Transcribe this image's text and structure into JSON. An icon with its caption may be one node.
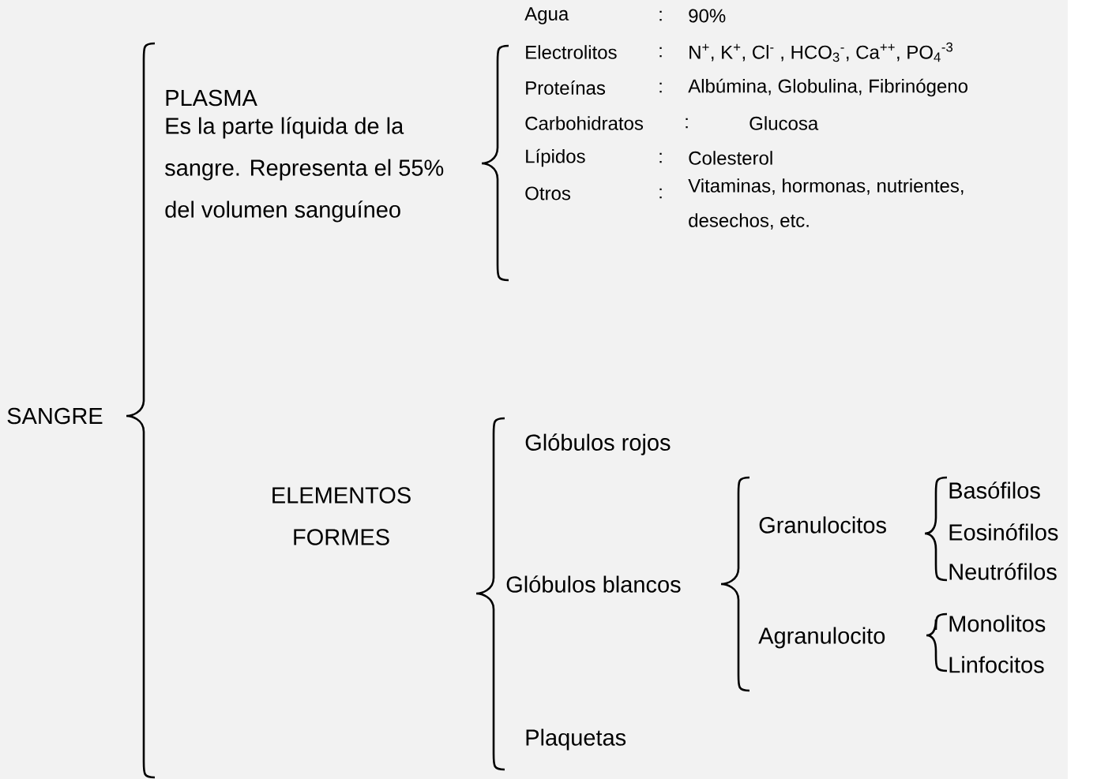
{
  "diagram": {
    "labels": [
      "SANGRE",
      "PLASMA",
      "Es la parte líquida de la sangre. Representa el 55% del volumen sanguíneo",
      "Agua",
      ":",
      "90%",
      "Electrolitos",
      ":",
      "N$^{+}$, K$^{+}$, Cl$^{-}$ , HCO$_{3}$$^{-}$, Ca$^{++}$, PO$_{4}$$^{-3}$",
      "Proteínas",
      ":",
      "Albúmina, Globulina, Fibrinógeno",
      "Carbohidratos",
      ":",
      "Glucosa",
      "Lípidos",
      ":",
      "Colesterol",
      "Otros",
      ":",
      "Vitaminas, hormonas, nutrientes, desechos, etc.",
      "Glóbulos rojos",
      "ELEMENTOS FORMES",
      "Granulocitos",
      "Basófilos",
      "Eosinófilos",
      "Neutrófilos",
      "Glóbulos blancos",
      "Agranulocito",
      "Monolitos",
      "Linfocitos",
      "Plaquetas"
    ]
  }
}
